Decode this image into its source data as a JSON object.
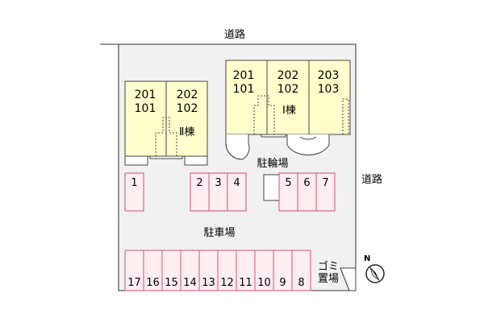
{
  "roads": {
    "top": "道路",
    "right": "道路"
  },
  "colors": {
    "lot_fill": "#f1f1f1",
    "building_fill": "#ffffcc",
    "parking_fill": "#ffeef2",
    "parking_stroke": "#d94d6f"
  },
  "building_2": {
    "label": "Ⅱ棟",
    "units": [
      {
        "upper": "201",
        "lower": "101"
      },
      {
        "upper": "202",
        "lower": "102"
      }
    ]
  },
  "building_1": {
    "label": "Ⅰ棟",
    "units": [
      {
        "upper": "201",
        "lower": "101"
      },
      {
        "upper": "202",
        "lower": "102"
      },
      {
        "upper": "203",
        "lower": "103"
      }
    ]
  },
  "bicycle_parking": {
    "label": "駐輪場"
  },
  "parking_lot": {
    "label": "駐車場"
  },
  "garbage": {
    "line1": "ゴミ",
    "line2": "置場"
  },
  "north_symbol": {
    "label": "N",
    "icon": "north-arrow-icon"
  },
  "parking_spaces": {
    "single": [
      "1"
    ],
    "row_a": [
      "2",
      "3",
      "4"
    ],
    "row_b": [
      "5",
      "6",
      "7"
    ],
    "bottom_row": [
      "17",
      "16",
      "15",
      "14",
      "13",
      "12",
      "11",
      "10",
      "9",
      "8"
    ]
  }
}
